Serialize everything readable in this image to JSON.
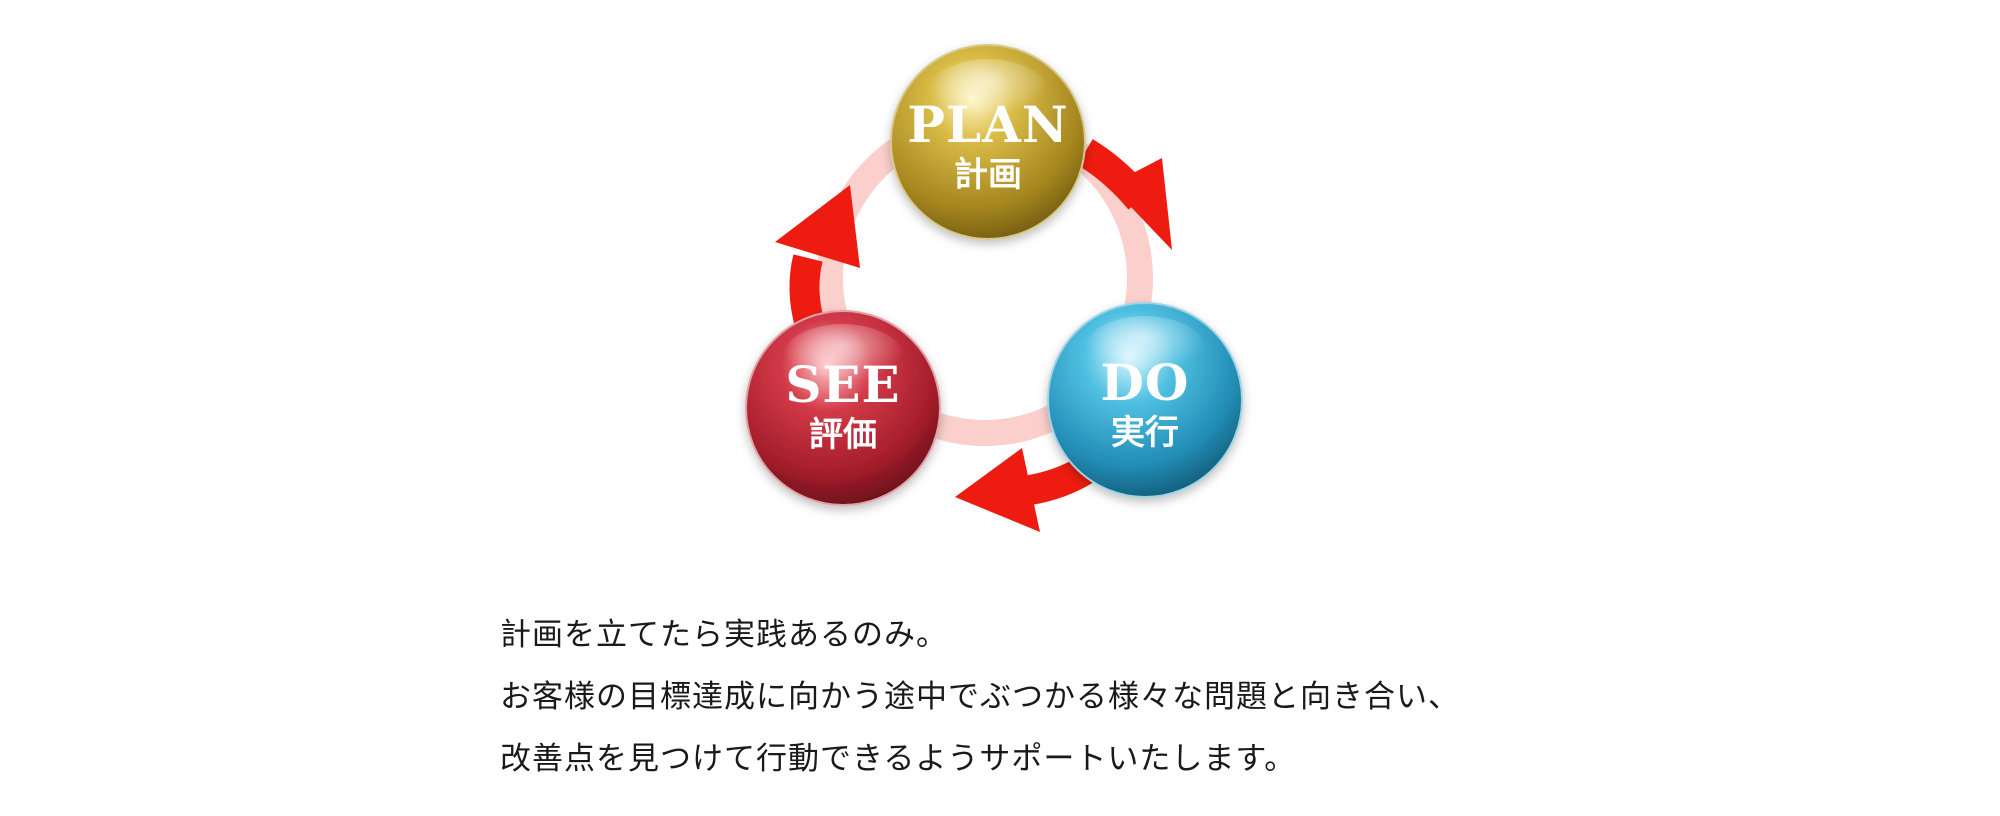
{
  "cycle": {
    "nodes": [
      {
        "id": "plan",
        "title": "PLAN",
        "subtitle": "計画",
        "color": "#b3952c",
        "highlight": "#fff4b0",
        "shadow": "#6e5810"
      },
      {
        "id": "do",
        "title": "DO",
        "subtitle": "実行",
        "color": "#2e9fc6",
        "highlight": "#c9f2ff",
        "shadow": "#135a77"
      },
      {
        "id": "see",
        "title": "SEE",
        "subtitle": "評価",
        "color": "#b52633",
        "highlight": "#ffb9bf",
        "shadow": "#63101a"
      }
    ],
    "arrow_color": "#ee1c10",
    "ring_tint": "#fbc8c4"
  },
  "description": {
    "lines": [
      "計画を立てたら実践あるのみ。",
      "お客様の目標達成に向かう途中でぶつかる様々な問題と向き合い、",
      "改善点を見つけて行動できるようサポートいたします。"
    ]
  }
}
